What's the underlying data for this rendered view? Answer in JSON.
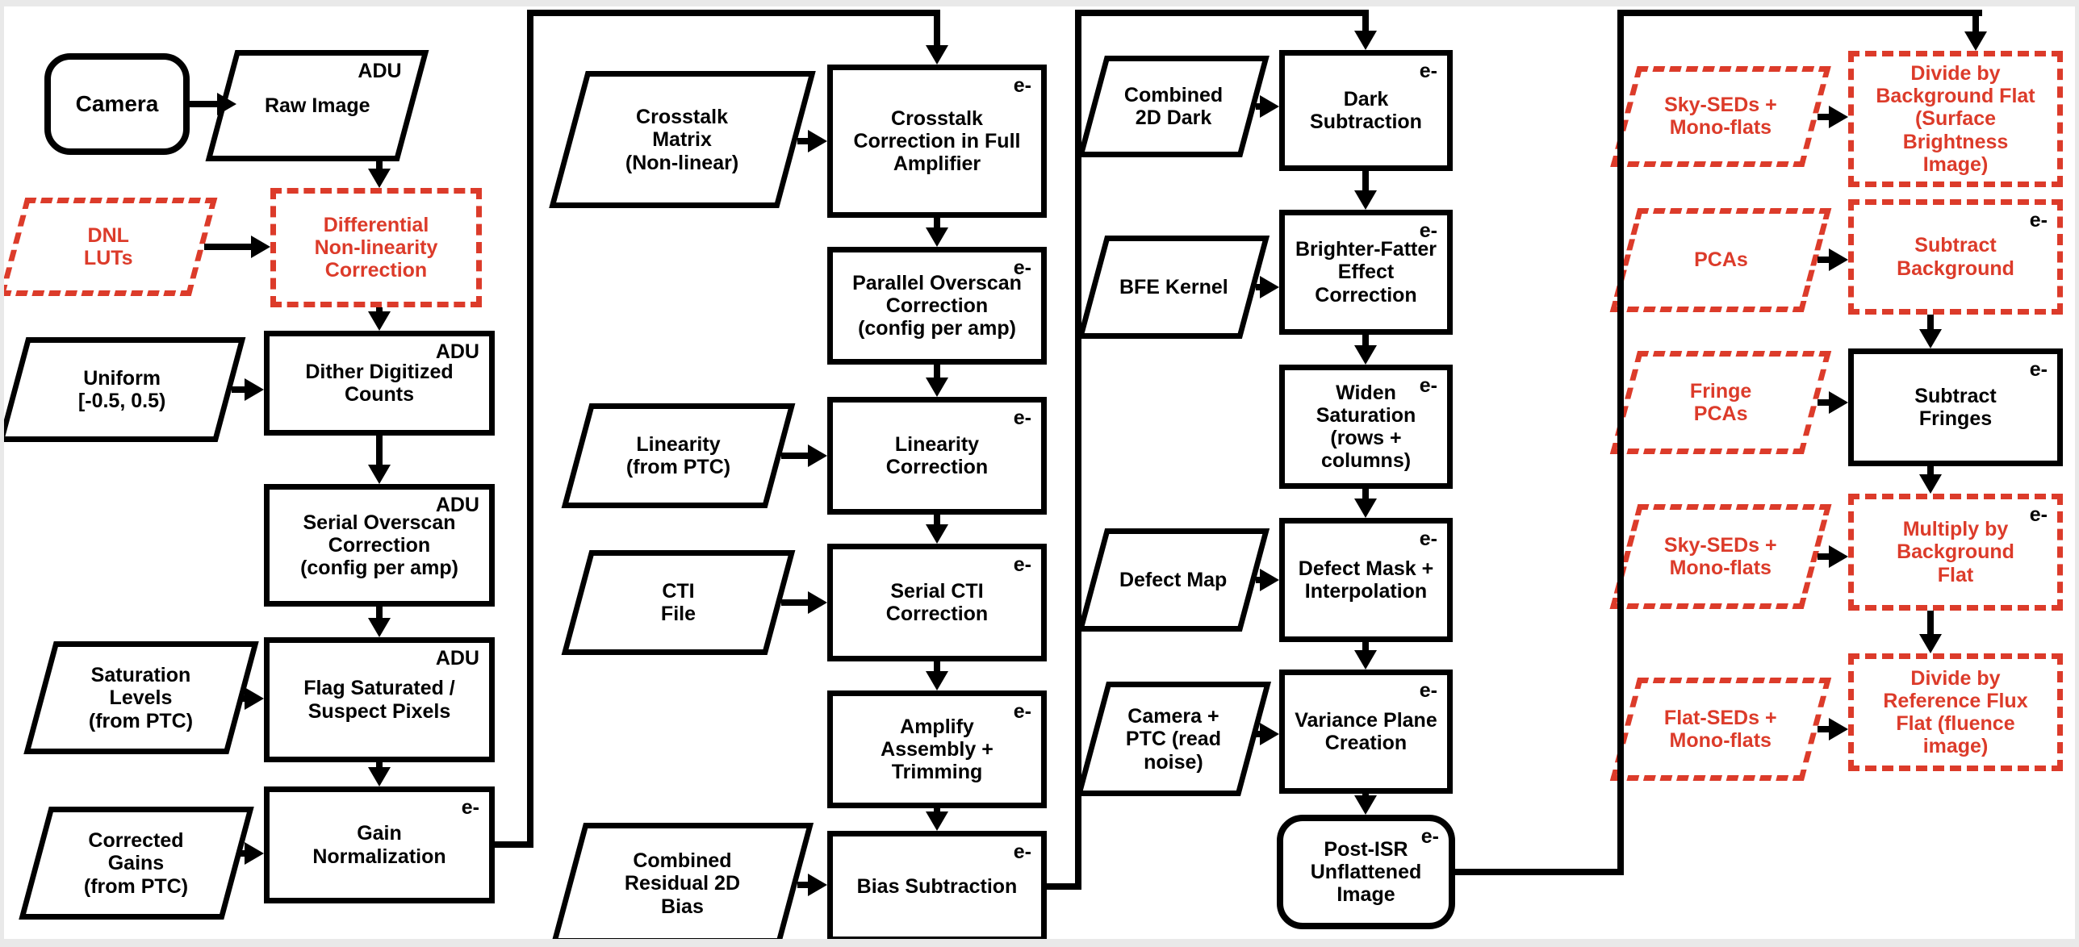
{
  "diagram_title": "Instrument Signature Removal pipeline flowchart",
  "colors": {
    "line_color": "#000000",
    "accent_red": "#dc3b2a",
    "background": "#ffffff"
  },
  "unit_labels": {
    "adu": "ADU",
    "electrons": "e-"
  },
  "nodes": {
    "camera": {
      "label": "Camera"
    },
    "raw_image": {
      "label": "Raw Image",
      "tag": "ADU"
    },
    "dnl_luts": {
      "label": "DNL\nLUTs"
    },
    "diff_nl": {
      "label": "Differential\nNon-linearity\nCorrection"
    },
    "uniform": {
      "label": "Uniform\n[-0.5, 0.5)"
    },
    "dither": {
      "label": "Dither Digitized\nCounts",
      "tag": "ADU"
    },
    "serial_overscan": {
      "label": "Serial Overscan\nCorrection\n(config per amp)",
      "tag": "ADU"
    },
    "saturation_levels": {
      "label": "Saturation\nLevels\n(from PTC)"
    },
    "flag_saturated": {
      "label": "Flag Saturated /\nSuspect Pixels",
      "tag": "ADU"
    },
    "corrected_gains": {
      "label": "Corrected\nGains\n(from PTC)"
    },
    "gain_norm": {
      "label": "Gain\nNormalization",
      "tag": "e-"
    },
    "crosstalk_matrix": {
      "label": "Crosstalk\nMatrix\n(Non-linear)"
    },
    "crosstalk_corr": {
      "label": "Crosstalk\nCorrection in Full\nAmplifier",
      "tag": "e-"
    },
    "parallel_overscan": {
      "label": "Parallel Overscan\nCorrection\n(config per amp)",
      "tag": "e-"
    },
    "linearity_in": {
      "label": "Linearity\n(from PTC)"
    },
    "linearity_corr": {
      "label": "Linearity\nCorrection",
      "tag": "e-"
    },
    "cti_file": {
      "label": "CTI\nFile"
    },
    "serial_cti": {
      "label": "Serial CTI\nCorrection",
      "tag": "e-"
    },
    "amplify_assembly": {
      "label": "Amplify\nAssembly +\nTrimming",
      "tag": "e-"
    },
    "combined_residual": {
      "label": "Combined\nResidual 2D\nBias"
    },
    "bias_subtraction": {
      "label": "Bias Subtraction",
      "tag": "e-"
    },
    "combined_dark": {
      "label": "Combined\n2D Dark"
    },
    "dark_subtraction": {
      "label": "Dark Subtraction",
      "tag": "e-"
    },
    "bfe_kernel": {
      "label": "BFE Kernel"
    },
    "bfe_correction": {
      "label": "Brighter-Fatter\nEffect Correction",
      "tag": "e-"
    },
    "widen_saturation": {
      "label": "Widen Saturation\n(rows + columns)",
      "tag": "e-"
    },
    "defect_map": {
      "label": "Defect Map"
    },
    "defect_mask": {
      "label": "Defect Mask +\nInterpolation",
      "tag": "e-"
    },
    "camera_ptc": {
      "label": "Camera +\nPTC (read\nnoise)"
    },
    "variance_plane": {
      "label": "Variance Plane\nCreation",
      "tag": "e-"
    },
    "post_isr": {
      "label": "Post-ISR\nUnflattened\nImage",
      "tag": "e-"
    },
    "sky_seds_1": {
      "label": "Sky-SEDs +\nMono-flats"
    },
    "divide_bg": {
      "label": "Divide by\nBackground Flat\n(Surface\nBrightness\nImage)"
    },
    "pcas": {
      "label": "PCAs"
    },
    "subtract_bg": {
      "label": "Subtract\nBackground",
      "tag": "e-"
    },
    "fringe_pcas": {
      "label": "Fringe\nPCAs"
    },
    "subtract_fringes": {
      "label": "Subtract\nFringes",
      "tag": "e-"
    },
    "sky_seds_2": {
      "label": "Sky-SEDs +\nMono-flats"
    },
    "multiply_bg": {
      "label": "Multiply by\nBackground\nFlat",
      "tag": "e-"
    },
    "flat_seds": {
      "label": "Flat-SEDs +\nMono-flats"
    },
    "divide_ref": {
      "label": "Divide by\nReference Flux\nFlat (fluence\nimage)"
    }
  }
}
